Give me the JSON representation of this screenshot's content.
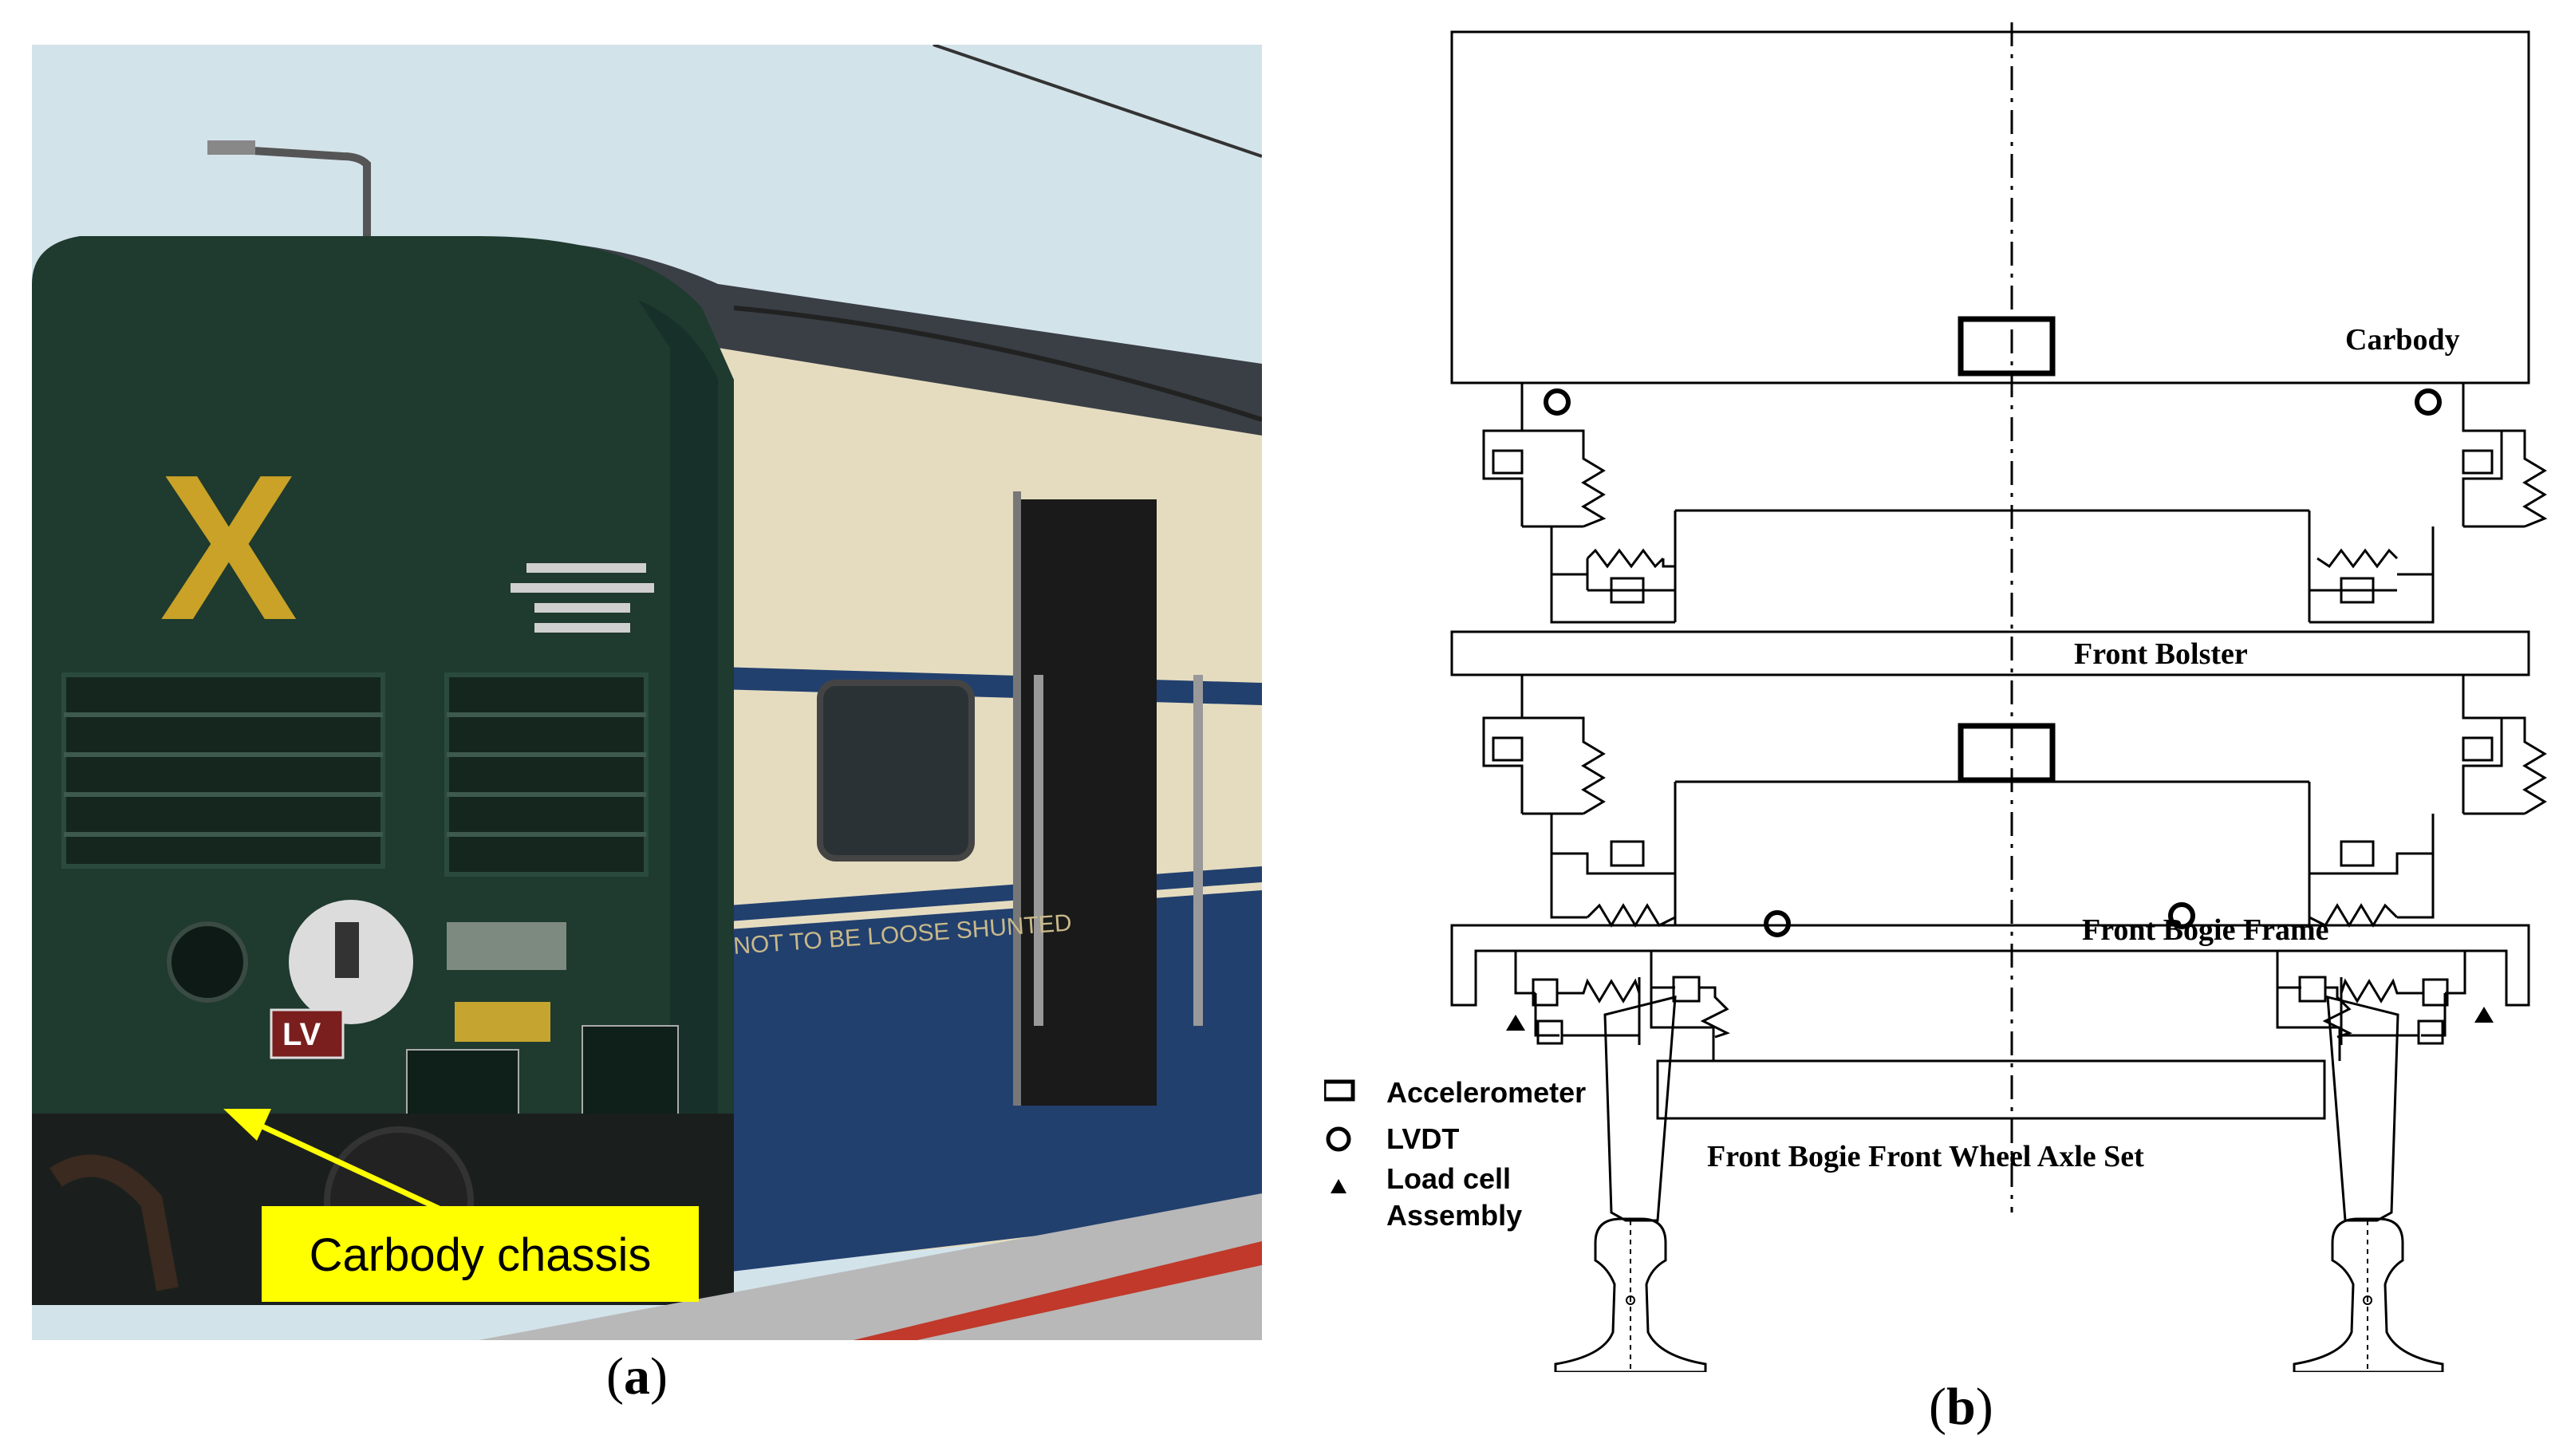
{
  "panel_a": {
    "photo_labels": {
      "coach_letter": "X",
      "plate_lv": "LV",
      "side_text": "NOT TO BE LOOSE SHUNTED"
    },
    "callout": "Carbody chassis",
    "caption_letter": "a"
  },
  "panel_b": {
    "labels": {
      "carbody": "Carbody",
      "front_bolster": "Front Bolster",
      "front_bogie_frame": "Front Bogie Frame",
      "wheel_axle_set": "Front Bogie Front Wheel Axle Set"
    },
    "legend": {
      "accelerometer": "Accelerometer",
      "lvdt": "LVDT",
      "load_cell_line1": "Load cell",
      "load_cell_line2": "Assembly"
    },
    "caption_letter": "b"
  },
  "colors": {
    "coach_green": "#1f3a2e",
    "coach_cream": "#e4dcc0",
    "coach_blue": "#22406e",
    "callout_yellow": "#ffff00",
    "sky": "#d6e6ee",
    "platform_red": "#c0392b"
  }
}
